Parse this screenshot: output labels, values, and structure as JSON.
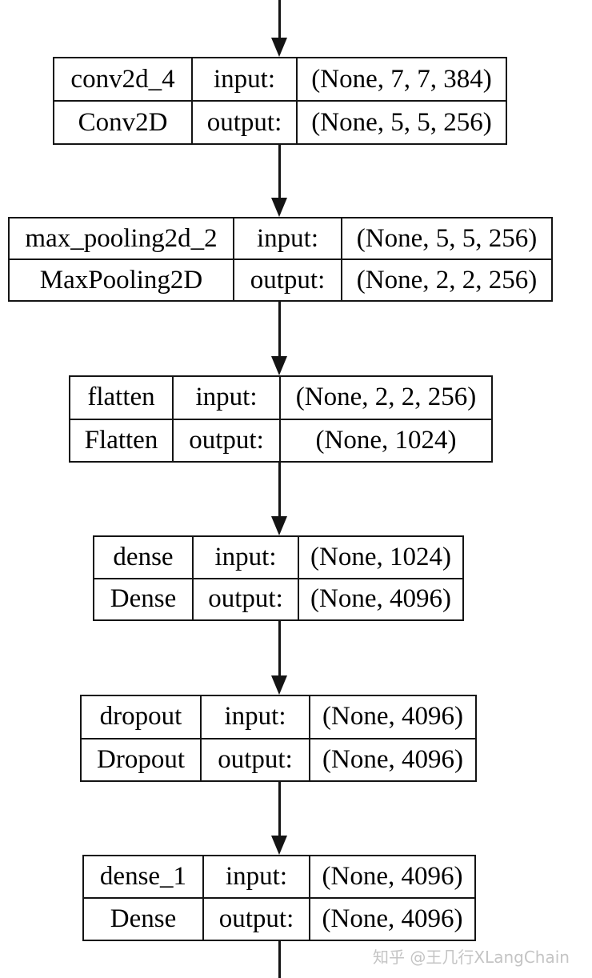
{
  "diagram": {
    "labels": {
      "input": "input:",
      "output": "output:"
    },
    "layers": [
      {
        "name": "conv2d_4",
        "type": "Conv2D",
        "input_shape": "(None, 7, 7, 384)",
        "output_shape": "(None, 5, 5, 256)"
      },
      {
        "name": "max_pooling2d_2",
        "type": "MaxPooling2D",
        "input_shape": "(None, 5, 5, 256)",
        "output_shape": "(None, 2, 2, 256)"
      },
      {
        "name": "flatten",
        "type": "Flatten",
        "input_shape": "(None, 2, 2, 256)",
        "output_shape": "(None, 1024)"
      },
      {
        "name": "dense",
        "type": "Dense",
        "input_shape": "(None, 1024)",
        "output_shape": "(None, 4096)"
      },
      {
        "name": "dropout",
        "type": "Dropout",
        "input_shape": "(None, 4096)",
        "output_shape": "(None, 4096)"
      },
      {
        "name": "dense_1",
        "type": "Dense",
        "input_shape": "(None, 4096)",
        "output_shape": "(None, 4096)"
      }
    ],
    "colors": {
      "line": "#141414",
      "background": "#ffffff",
      "text": "#000000",
      "watermark": "#c4c4c4"
    }
  },
  "watermark": {
    "text": "知乎 @王几行XLangChain"
  }
}
